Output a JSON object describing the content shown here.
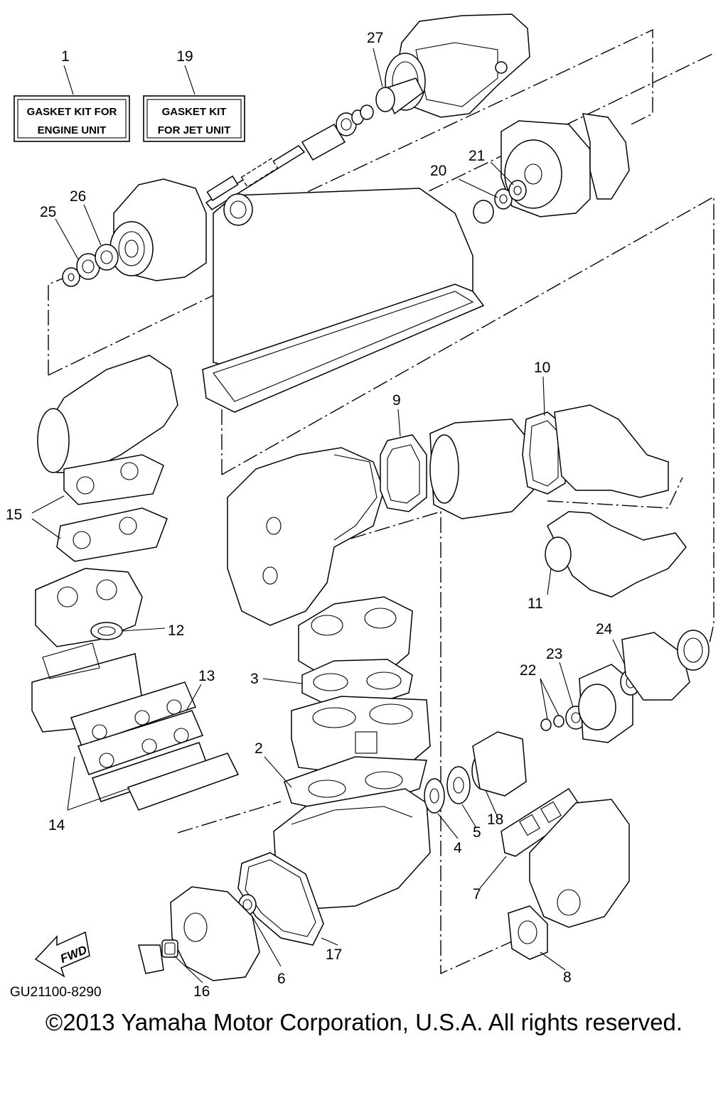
{
  "kit_labels": {
    "engine": {
      "number": "1",
      "lines": [
        "GASKET KIT FOR",
        "ENGINE UNIT"
      ]
    },
    "jet": {
      "number": "19",
      "lines": [
        "GASKET KIT",
        "FOR JET UNIT"
      ]
    }
  },
  "callouts": {
    "n2": "2",
    "n3": "3",
    "n4": "4",
    "n5": "5",
    "n6": "6",
    "n7": "7",
    "n8": "8",
    "n9": "9",
    "n10": "10",
    "n11": "11",
    "n12": "12",
    "n13": "13",
    "n14": "14",
    "n15": "15",
    "n16": "16",
    "n17": "17",
    "n18": "18",
    "n20": "20",
    "n21": "21",
    "n22": "22",
    "n23": "23",
    "n24": "24",
    "n25": "25",
    "n26": "26",
    "n27": "27"
  },
  "fwd_label": "FWD",
  "diagram_code": "GU21100-8290",
  "copyright": "©2013 Yamaha Motor Corporation, U.S.A. All rights reserved."
}
